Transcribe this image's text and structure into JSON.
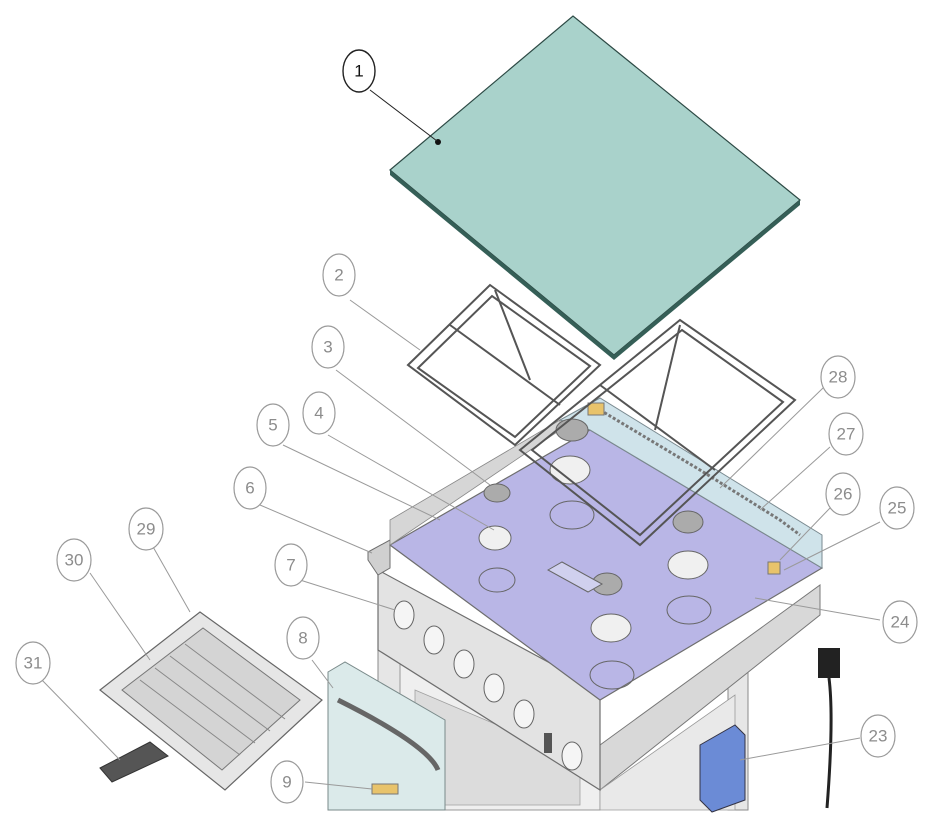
{
  "diagram": {
    "callouts": [
      {
        "id": "1",
        "label": "1"
      },
      {
        "id": "2",
        "label": "2"
      },
      {
        "id": "3",
        "label": "3"
      },
      {
        "id": "4",
        "label": "4"
      },
      {
        "id": "5",
        "label": "5"
      },
      {
        "id": "6",
        "label": "6"
      },
      {
        "id": "7",
        "label": "7"
      },
      {
        "id": "8",
        "label": "8"
      },
      {
        "id": "9",
        "label": "9"
      },
      {
        "id": "23",
        "label": "23"
      },
      {
        "id": "24",
        "label": "24"
      },
      {
        "id": "25",
        "label": "25"
      },
      {
        "id": "26",
        "label": "26"
      },
      {
        "id": "27",
        "label": "27"
      },
      {
        "id": "28",
        "label": "28"
      },
      {
        "id": "29",
        "label": "29"
      },
      {
        "id": "30",
        "label": "30"
      },
      {
        "id": "31",
        "label": "31"
      }
    ],
    "colors": {
      "glass_lid": "#a9d2cb",
      "hob_top": "#b9b6e6",
      "body_metal": "#e3e3e3",
      "outline": "#6e6e6e"
    }
  }
}
